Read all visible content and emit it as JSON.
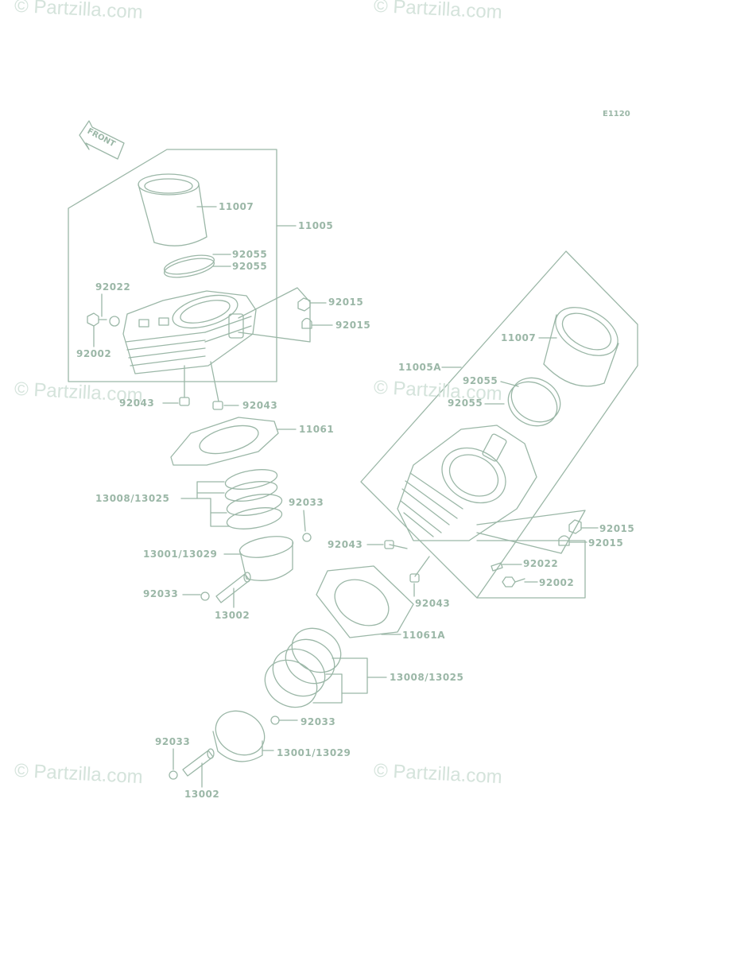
{
  "watermark": "© Partzilla.com",
  "diagram_code": "E1120",
  "front_label": "FRONT",
  "colors": {
    "line": "#9bb7a7",
    "text": "#9bb7a7",
    "watermark": "#d4e3db"
  },
  "labels": {
    "c1_sleeve": "11007",
    "c1_cyl": "11005",
    "c1_oring1": "92055",
    "c1_oring2": "92055",
    "c1_washer": "92022",
    "c1_bolt": "92002",
    "c1_nut": "92015",
    "c1_cap": "92015",
    "c1_dowel_l": "92043",
    "c1_dowel_r": "92043",
    "c1_gasket": "11061",
    "c1_rings": "13008/13025",
    "c1_clip_r": "92033",
    "c1_piston": "13001/13029",
    "c1_clip_l": "92033",
    "c1_pin": "13002",
    "c2_sleeve": "11007",
    "c2_cyl": "11005A",
    "c2_oring1": "92055",
    "c2_oring2": "92055",
    "c2_nut": "92015",
    "c2_cap": "92015",
    "c2_dowel_l": "92043",
    "c2_washer": "92022",
    "c2_bolt": "92002",
    "c2_dowel_r": "92043",
    "c2_gasket": "11061A",
    "c2_rings": "13008/13025",
    "c2_clip_r": "92033",
    "c2_clip_l": "92033",
    "c2_piston": "13001/13029",
    "c2_pin": "13002"
  }
}
